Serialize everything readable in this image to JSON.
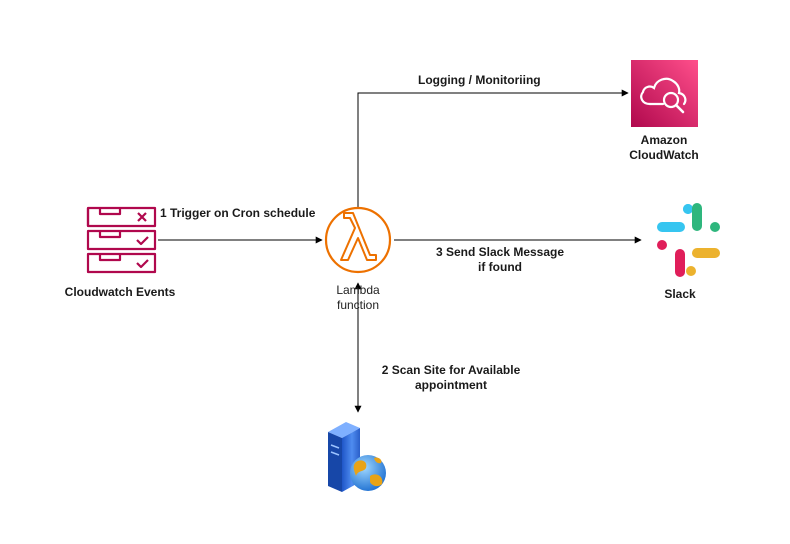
{
  "nodes": {
    "events": {
      "label": "Cloudwatch Events",
      "icon": "cloudwatch-events-icon",
      "color": "#B0084D"
    },
    "lambda": {
      "label_line1": "Lambda",
      "label_line2": "function",
      "icon": "lambda-icon",
      "color": "#ED7100"
    },
    "cloudwatch": {
      "label_line1": "Amazon",
      "label_line2": "CloudWatch",
      "icon": "cloudwatch-icon",
      "color": "#E7157B"
    },
    "slack": {
      "label": "Slack",
      "icon": "slack-icon"
    },
    "site": {
      "icon": "web-server-icon"
    }
  },
  "edges": {
    "trigger": {
      "label": "1 Trigger on Cron schedule"
    },
    "scan": {
      "label_line1": "2 Scan Site for Available",
      "label_line2": "appointment"
    },
    "send": {
      "label_line1": "3 Send Slack Message",
      "label_line2": "if found"
    },
    "logging": {
      "label": "Logging / Monitoriing"
    }
  }
}
